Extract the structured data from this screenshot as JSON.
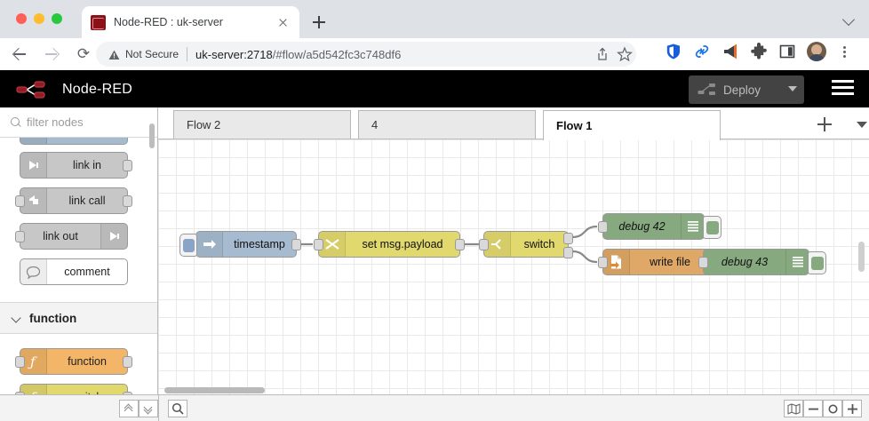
{
  "browser": {
    "tab": {
      "title": "Node-RED : uk-server",
      "favicon": "node-red-favicon",
      "close": "close-tab-icon"
    },
    "new_tab_label": "+",
    "security_label": "Not Secure",
    "url_host": "uk-server:2718",
    "url_path": "/#flow/a5d542fc3c748df6",
    "toolbar_icons": [
      "share-icon",
      "bookmark-star-icon",
      "bitwarden-shield-icon",
      "link-chain-icon",
      "megaphone-icon",
      "extensions-puzzle-icon",
      "side-panel-icon",
      "profile-avatar",
      "chrome-menu-kebab-icon"
    ]
  },
  "nodered": {
    "brand": "Node-RED",
    "deploy": {
      "label": "Deploy",
      "icon": "deploy-icon",
      "dropdown": "chevron-down-icon"
    },
    "menu_icon": "hamburger-menu-icon",
    "palette": {
      "filter_placeholder": "filter nodes",
      "search_icon": "search-icon",
      "nodes": [
        {
          "label": "link in",
          "color": "#c7c7c7",
          "icon": "link-in-icon",
          "icon_side": "left",
          "ports": [
            "out"
          ]
        },
        {
          "label": "link call",
          "color": "#c7c7c7",
          "icon": "link-call-icon",
          "icon_side": "left",
          "ports": [
            "in",
            "out"
          ]
        },
        {
          "label": "link out",
          "color": "#c7c7c7",
          "icon": "link-out-icon",
          "icon_side": "right",
          "ports": [
            "in"
          ]
        },
        {
          "label": "comment",
          "color": "#ffffff",
          "icon": "comment-icon",
          "icon_side": "left",
          "ports": []
        }
      ],
      "category": {
        "label": "function",
        "chevron": "chevron-down-icon"
      },
      "category_nodes": [
        {
          "label": "function",
          "color": "#f3b567",
          "icon": "function-f-icon",
          "ports": [
            "in",
            "out"
          ]
        },
        {
          "label": "switch",
          "color": "#e2d96e",
          "icon": "switch-icon",
          "ports": [
            "in",
            "out"
          ]
        }
      ]
    },
    "tabs": [
      {
        "label": "Flow 2",
        "active": false
      },
      {
        "label": "4",
        "active": false
      },
      {
        "label": "Flow 1",
        "active": true
      }
    ],
    "tab_controls": {
      "add": "add-flow-icon",
      "menu": "flow-menu-chevron-icon"
    },
    "flow_nodes": [
      {
        "id": "inject",
        "label": "timestamp",
        "color": "#a6bbcf",
        "icon": "inject-arrow-icon",
        "button": "inject-trigger-button"
      },
      {
        "id": "change",
        "label": "set msg.payload",
        "color": "#e2d96e",
        "icon": "change-shuffle-icon"
      },
      {
        "id": "switch",
        "label": "switch",
        "color": "#e2d96e",
        "icon": "switch-branch-icon"
      },
      {
        "id": "debug42",
        "label": "debug 42",
        "color": "#87a980",
        "icon": "debug-lines-icon",
        "button": "debug-enable-button"
      },
      {
        "id": "writefile",
        "label": "write file",
        "color": "#dfa866",
        "icon": "file-out-icon"
      },
      {
        "id": "debug43",
        "label": "debug 43",
        "color": "#87a980",
        "icon": "debug-lines-icon",
        "button": "debug-enable-button"
      }
    ],
    "footer": {
      "collapse_all_icon": "chevrons-up-icon",
      "expand_all_icon": "chevrons-down-icon",
      "search_icon": "search-flows-icon",
      "navigator_icon": "map-navigator-icon",
      "zoom_out_icon": "zoom-out-icon",
      "zoom_reset_icon": "zoom-reset-icon",
      "zoom_in_icon": "zoom-in-icon"
    }
  }
}
